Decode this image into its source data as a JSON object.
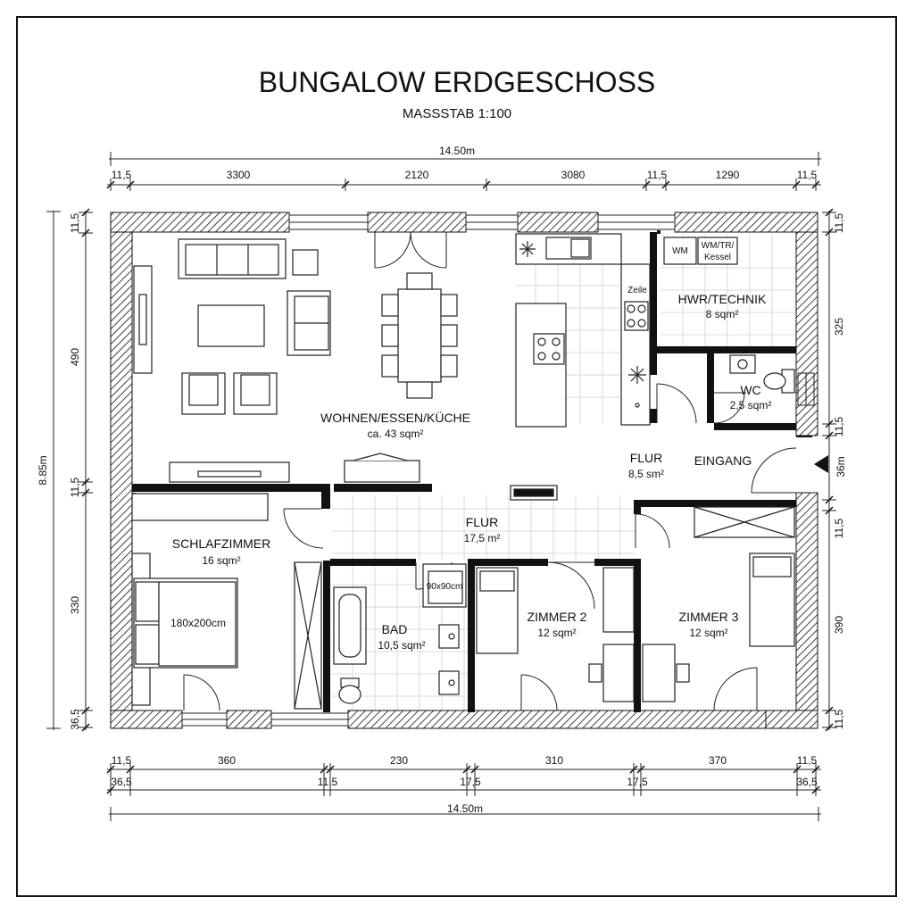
{
  "title": "BUNGALOW ERDGESCHOSS",
  "scale": "MASSSTAB 1:100",
  "dims": {
    "top_total": "14.50m",
    "top": [
      "11,5",
      "3300",
      "2120",
      "3080",
      "11,5",
      "1290",
      "11,5"
    ],
    "bottom_row1": [
      "11,5",
      "360",
      "230",
      "310",
      "370",
      "11,5"
    ],
    "bottom_row2": [
      "36,5",
      "11,5",
      "17,5",
      "17,5",
      "36,5"
    ],
    "bottom_total": "14.50m",
    "left_total": "8.85m",
    "left": [
      "11,5",
      "490",
      "11,5",
      "330",
      "36,5"
    ],
    "right": [
      "11,5",
      "325",
      "11,5",
      "36m",
      "11,5",
      "390",
      "11,5"
    ]
  },
  "rooms": {
    "wohnen": {
      "name": "WOHNEN/ESSEN/KÜCHE",
      "area": "ca. 43 sqm²"
    },
    "hwr": {
      "name": "HWR/TECHNIK",
      "area": "8 sqm²"
    },
    "wc": {
      "name": "WC",
      "area": "2,5 sqm²"
    },
    "flur1": {
      "name": "FLUR",
      "area": "8,5 sm²"
    },
    "eingang": {
      "name": "EINGANG"
    },
    "flur2": {
      "name": "FLUR",
      "area": "17,5 m²"
    },
    "schlaf": {
      "name": "SCHLAFZIMMER",
      "area": "16 sqm²"
    },
    "bad": {
      "name": "BAD",
      "area": "10,5 sqm²"
    },
    "zimmer2": {
      "name": "ZIMMER 2",
      "area": "12 sqm²"
    },
    "zimmer3": {
      "name": "ZIMMER 3",
      "area": "12 sqm²"
    }
  },
  "labels": {
    "bed": "180x200cm",
    "shower": "90x90cm",
    "wm": "WM",
    "wmtr1": "WM/TR/",
    "wmtr2": "Kessel",
    "zeile": "Zeile"
  }
}
